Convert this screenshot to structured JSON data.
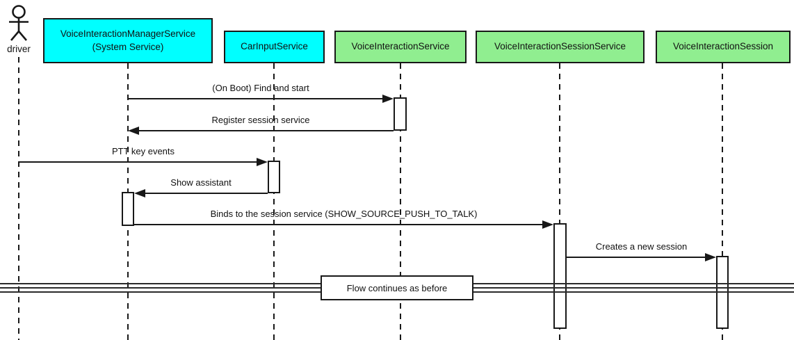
{
  "diagram": {
    "type": "uml-sequence",
    "actor": {
      "label": "driver"
    },
    "participants": [
      {
        "label": "VoiceInteractionManagerService\n(System Service)",
        "fill": "#00FFFF"
      },
      {
        "label": "CarInputService",
        "fill": "#00FFFF"
      },
      {
        "label": "VoiceInteractionService",
        "fill": "#90EE90"
      },
      {
        "label": "VoiceInteractionSessionService",
        "fill": "#90EE90"
      },
      {
        "label": "VoiceInteractionSession",
        "fill": "#90EE90"
      }
    ],
    "messages": [
      {
        "label": "(On Boot) Find and start",
        "from": "VoiceInteractionManagerService",
        "to": "VoiceInteractionService",
        "direction": "right"
      },
      {
        "label": "Register session service",
        "from": "VoiceInteractionService",
        "to": "VoiceInteractionManagerService",
        "direction": "left"
      },
      {
        "label": "PTT key events",
        "from": "driver",
        "to": "CarInputService",
        "direction": "right"
      },
      {
        "label": "Show assistant",
        "from": "CarInputService",
        "to": "VoiceInteractionManagerService",
        "direction": "left"
      },
      {
        "label": "Binds to the session service (SHOW_SOURCE_PUSH_TO_TALK)",
        "from": "VoiceInteractionManagerService",
        "to": "VoiceInteractionSessionService",
        "direction": "right"
      },
      {
        "label": "Creates a new session",
        "from": "VoiceInteractionSessionService",
        "to": "VoiceInteractionSession",
        "direction": "right"
      }
    ],
    "divider": {
      "label": "Flow continues as before"
    },
    "colors": {
      "participant_cyan": "#00FFFF",
      "participant_green": "#90EE90",
      "line": "#181818",
      "background": "#FFFFFF"
    }
  }
}
